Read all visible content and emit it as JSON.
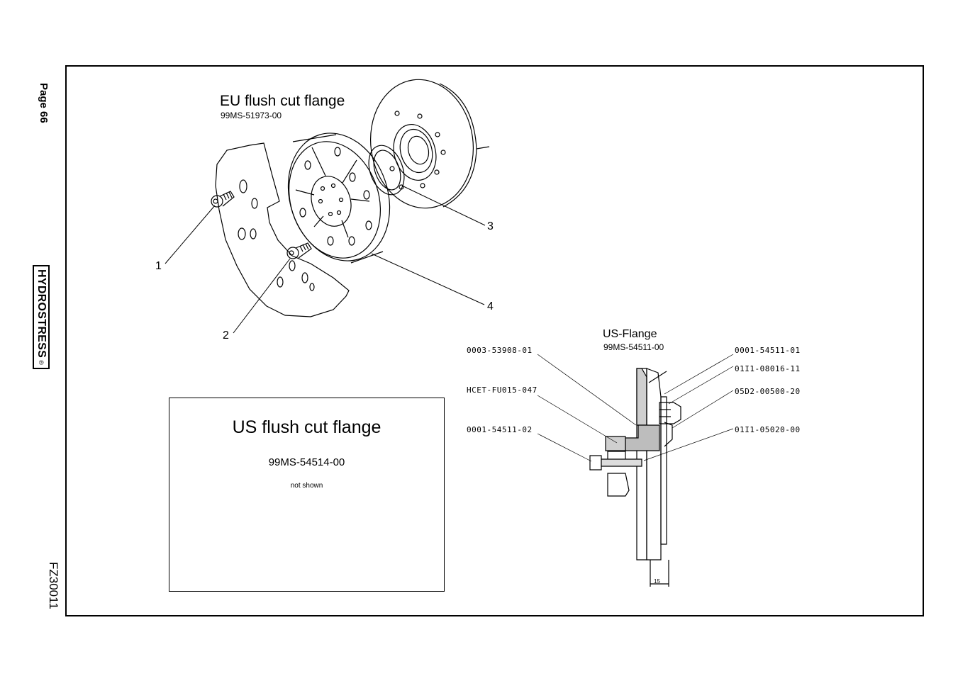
{
  "margin": {
    "page_label": "Page 66",
    "brand": "HYDROSTRESS",
    "brand_mark": "®",
    "doc_number": "FZ30011"
  },
  "eu_flange": {
    "title": "EU flush cut flange",
    "code": "99MS-51973-00",
    "callouts": [
      "1",
      "2",
      "3",
      "4"
    ]
  },
  "us_flange_drawing": {
    "title": "US-Flange",
    "code": "99MS-54511-00",
    "parts_left": [
      "0003-53908-01",
      "HCET-FU015-047",
      "0001-54511-02"
    ],
    "parts_right": [
      "0001-54511-01",
      "01I1-08016-11",
      "05D2-00500-20",
      "01I1-05020-00"
    ],
    "dimension": "15"
  },
  "us_note": {
    "title": "US  flush cut flange",
    "code": "99MS-54514-00",
    "note": "not shown"
  }
}
